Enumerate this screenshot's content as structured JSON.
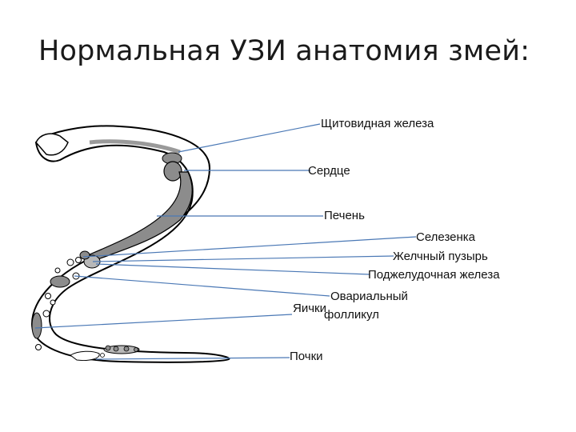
{
  "slide": {
    "title": "Нормальная УЗИ анатомия змей:"
  },
  "labels": {
    "thyroid": "Щитовидная железа",
    "heart": "Сердце",
    "liver": "Печень",
    "spleen": "Селезенка",
    "gallbladder": "Желчный пузырь",
    "pancreas": "Поджелудочная железа",
    "ovarian_1": "Овариальный",
    "testes": "Яички",
    "ovarian_2": "фолликул",
    "kidneys": "Почки"
  },
  "colors": {
    "leader_line": "#4a78b5",
    "outline": "#000000",
    "organ_fill": "#8c8c8c",
    "organ_light": "#b8b8b8"
  }
}
